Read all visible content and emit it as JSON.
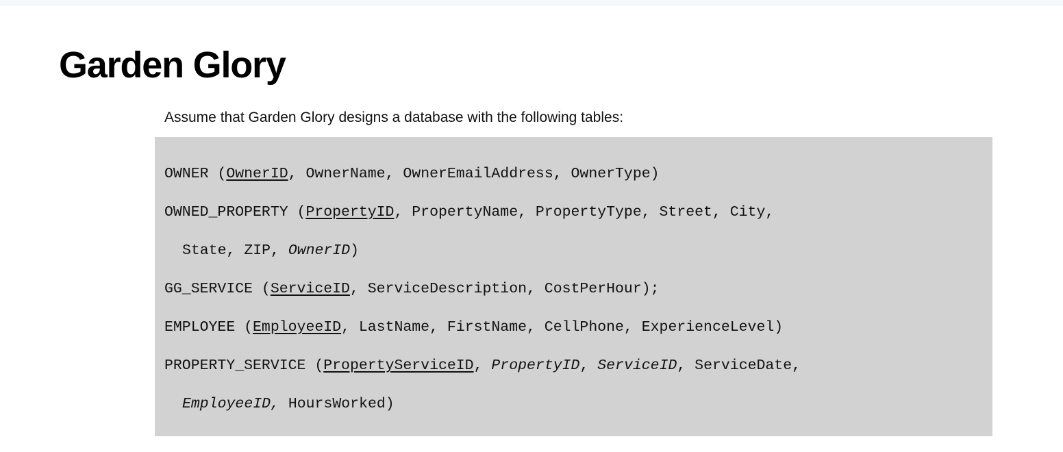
{
  "page": {
    "title": "Garden Glory",
    "intro": "Assume that Garden Glory designs a database with the following tables:",
    "background_color": "#ffffff",
    "top_band_color": "#f6f8fc",
    "code_block_background": "#d2d2d2",
    "text_color": "#111111"
  },
  "schema": {
    "lines": [
      {
        "id": "owner",
        "indent": false,
        "segments": [
          {
            "text": "OWNER (",
            "style": "plain"
          },
          {
            "text": "OwnerID",
            "style": "primary-key"
          },
          {
            "text": ", OwnerName, OwnerEmailAddress, OwnerType)",
            "style": "plain"
          }
        ]
      },
      {
        "id": "owned-property",
        "indent": false,
        "segments": [
          {
            "text": "OWNED_PROPERTY (",
            "style": "plain"
          },
          {
            "text": "PropertyID",
            "style": "primary-key"
          },
          {
            "text": ", PropertyName, PropertyType, Street, City,",
            "style": "plain"
          }
        ]
      },
      {
        "id": "owned-property-cont",
        "indent": true,
        "segments": [
          {
            "text": "State, ZIP, ",
            "style": "plain"
          },
          {
            "text": "OwnerID",
            "style": "foreign-key"
          },
          {
            "text": ")",
            "style": "plain"
          }
        ]
      },
      {
        "id": "gg-service",
        "indent": false,
        "segments": [
          {
            "text": "GG_SERVICE (",
            "style": "plain"
          },
          {
            "text": "ServiceID",
            "style": "primary-key"
          },
          {
            "text": ", ServiceDescription, CostPerHour);",
            "style": "plain"
          }
        ]
      },
      {
        "id": "employee",
        "indent": false,
        "segments": [
          {
            "text": "EMPLOYEE (",
            "style": "plain"
          },
          {
            "text": "EmployeeID",
            "style": "primary-key"
          },
          {
            "text": ", LastName, FirstName, CellPhone, ExperienceLevel)",
            "style": "plain"
          }
        ]
      },
      {
        "id": "property-service",
        "indent": false,
        "segments": [
          {
            "text": "PROPERTY_SERVICE (",
            "style": "plain"
          },
          {
            "text": "PropertyServiceID",
            "style": "primary-key"
          },
          {
            "text": ", ",
            "style": "plain"
          },
          {
            "text": "PropertyID",
            "style": "foreign-key"
          },
          {
            "text": ", ",
            "style": "plain"
          },
          {
            "text": "ServiceID",
            "style": "foreign-key"
          },
          {
            "text": ", ServiceDate,",
            "style": "plain"
          }
        ]
      },
      {
        "id": "property-service-cont",
        "indent": true,
        "segments": [
          {
            "text": "EmployeeID,",
            "style": "foreign-key"
          },
          {
            "text": " HoursWorked)",
            "style": "plain"
          }
        ]
      }
    ]
  }
}
